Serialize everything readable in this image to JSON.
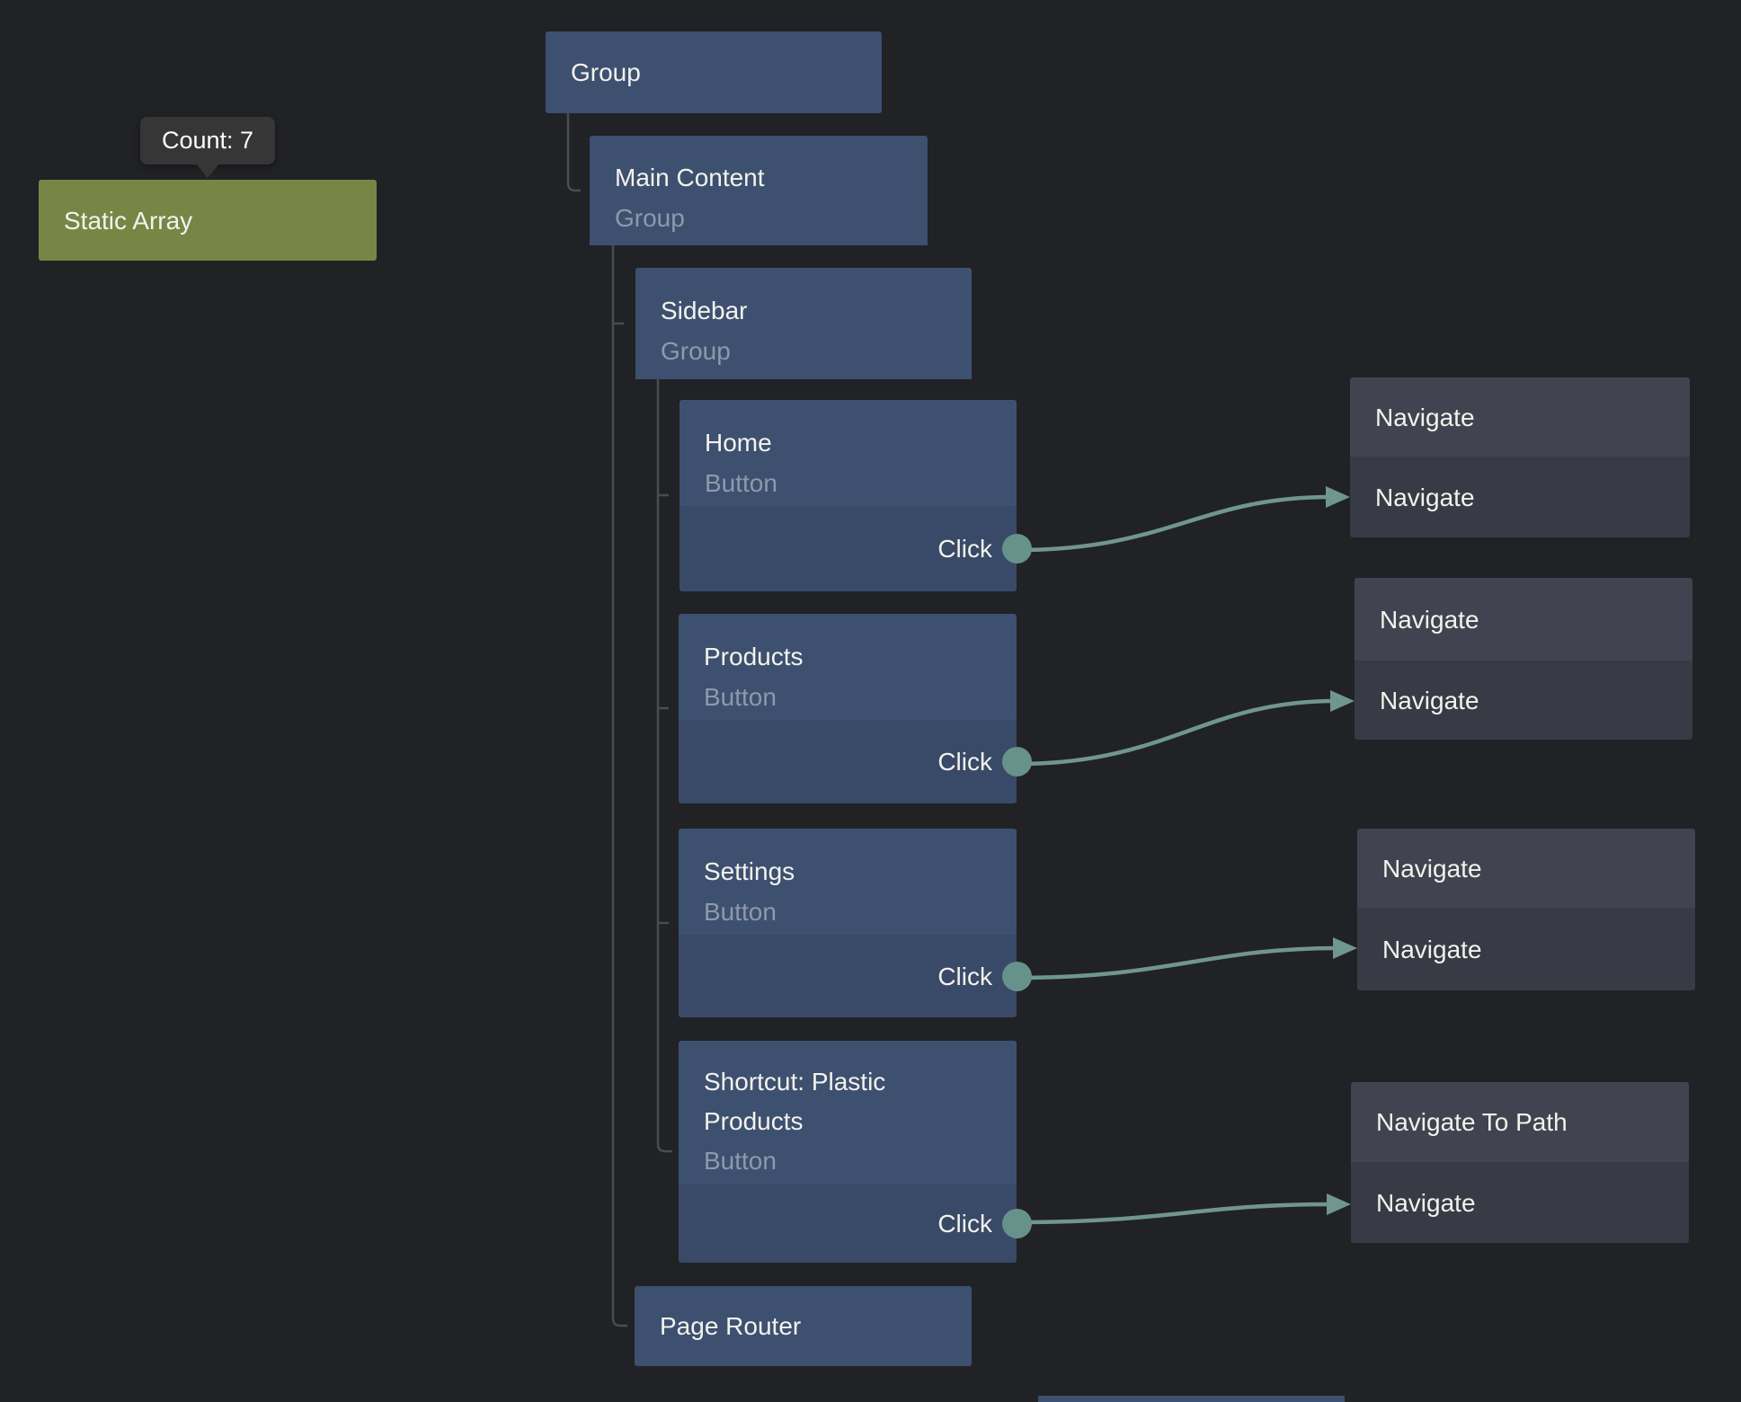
{
  "tooltip": {
    "text": "Count: 7"
  },
  "nodes": {
    "static_array": {
      "title": "Static Array"
    },
    "group": {
      "title": "Group"
    },
    "main_content": {
      "title": "Main Content",
      "subtitle": "Group"
    },
    "sidebar": {
      "title": "Sidebar",
      "subtitle": "Group"
    },
    "home": {
      "title": "Home",
      "subtitle": "Button",
      "output_port": "Click"
    },
    "products": {
      "title": "Products",
      "subtitle": "Button",
      "output_port": "Click"
    },
    "settings": {
      "title": "Settings",
      "subtitle": "Button",
      "output_port": "Click"
    },
    "shortcut_plastic_products": {
      "title": "Shortcut: Plastic Products",
      "subtitle": "Button",
      "output_port": "Click"
    },
    "page_router": {
      "title": "Page Router"
    },
    "navigate_1": {
      "title": "Navigate",
      "input_port": "Navigate"
    },
    "navigate_2": {
      "title": "Navigate",
      "input_port": "Navigate"
    },
    "navigate_3": {
      "title": "Navigate",
      "input_port": "Navigate"
    },
    "navigate_to_path": {
      "title": "Navigate To Path",
      "input_port": "Navigate"
    }
  },
  "colors": {
    "canvas-bg": "#212225",
    "node-blue-header": "#3d5070",
    "node-blue-body": "#394a68",
    "node-gray-header": "#414450",
    "node-gray-body": "#383b45",
    "node-green": "#778645",
    "title-text": "#f3f2ec",
    "subtitle-text": "#8e99ab",
    "wire": "#6f968f",
    "port-dot": "#67918b",
    "tree-line": "#4b4c4e",
    "tooltip-bg": "#363636",
    "tooltip-text": "#fdfdfd"
  }
}
